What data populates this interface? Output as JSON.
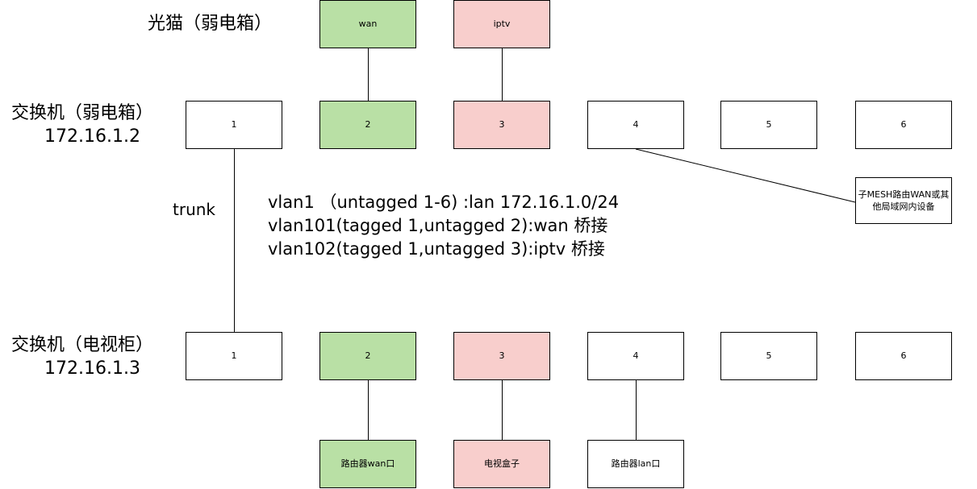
{
  "modem": {
    "title": "光猫（弱电箱）",
    "ports": [
      "wan",
      "iptv"
    ]
  },
  "switch1": {
    "title": "交换机（弱电箱）",
    "ip": "172.16.1.2",
    "ports": [
      "1",
      "2",
      "3",
      "4",
      "5",
      "6"
    ]
  },
  "switch2": {
    "title": "交换机（电视柜）",
    "ip": "172.16.1.3",
    "ports": [
      "1",
      "2",
      "3",
      "4",
      "5",
      "6"
    ]
  },
  "trunk_label": "trunk",
  "vlans": [
    "vlan1 （untagged 1-6) :lan 172.16.1.0/24",
    "vlan101(tagged 1,untagged 2):wan  桥接",
    "vlan102(tagged 1,untagged 3):iptv   桥接"
  ],
  "mesh_device": "子MESH路由WAN或其他局域网内设备",
  "devices": [
    "路由器wan口",
    "电视盒子",
    "路由器lan口"
  ],
  "colors": {
    "wan": "#b9e0a5",
    "iptv": "#f8cecc",
    "default": "#ffffff",
    "border": "#000000"
  }
}
